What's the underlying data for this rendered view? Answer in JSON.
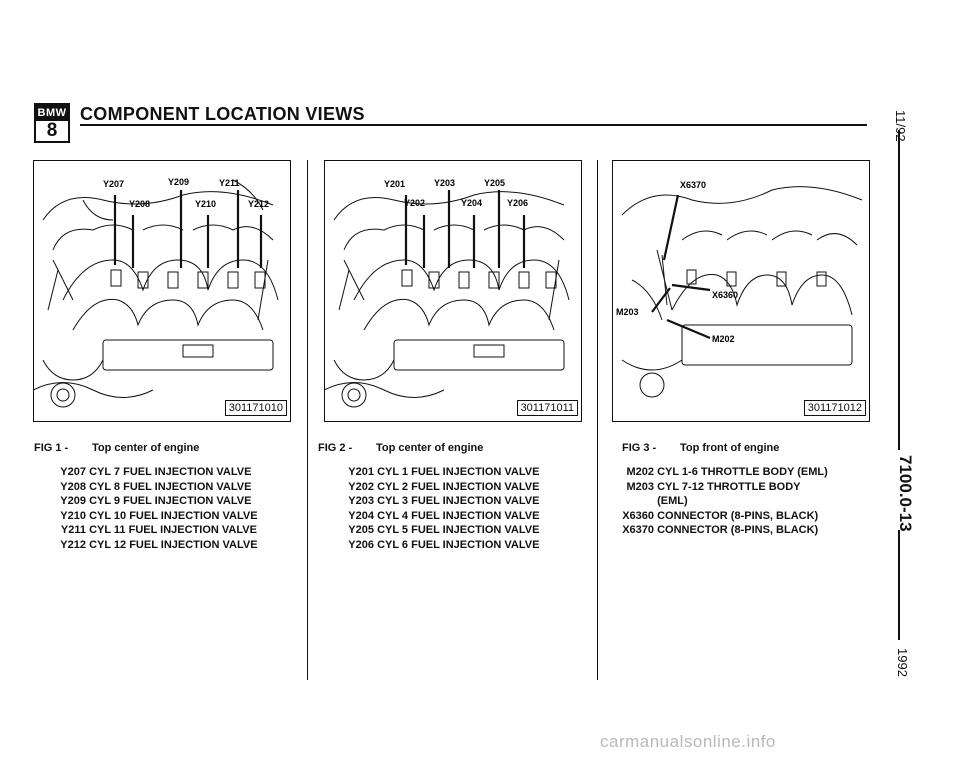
{
  "header": {
    "logo_top": "BMW",
    "logo_number": "8",
    "title": "COMPONENT LOCATION VIEWS"
  },
  "sidebar": {
    "date": "11/92",
    "code": "7100.0-13",
    "year": "1992"
  },
  "figures": [
    {
      "number": "FIG 1 -",
      "caption": "Top center of engine",
      "image_code": "301171010",
      "callouts": [
        "Y207",
        "Y209",
        "Y211",
        "Y208",
        "Y210",
        "Y212"
      ],
      "items": [
        {
          "code": "Y207",
          "desc": "CYL  7 FUEL INJECTION VALVE"
        },
        {
          "code": "Y208",
          "desc": "CYL  8 FUEL INJECTION VALVE"
        },
        {
          "code": "Y209",
          "desc": "CYL  9 FUEL INJECTION VALVE"
        },
        {
          "code": "Y210",
          "desc": "CYL  10 FUEL INJECTION VALVE"
        },
        {
          "code": "Y211",
          "desc": "CYL  11 FUEL INJECTION VALVE"
        },
        {
          "code": "Y212",
          "desc": "CYL  12 FUEL INJECTION VALVE"
        }
      ]
    },
    {
      "number": "FIG 2 -",
      "caption": "Top center of engine",
      "image_code": "301171011",
      "callouts": [
        "Y201",
        "Y203",
        "Y205",
        "Y202",
        "Y204",
        "Y206"
      ],
      "items": [
        {
          "code": "Y201",
          "desc": "CYL  1 FUEL INJECTION VALVE"
        },
        {
          "code": "Y202",
          "desc": "CYL  2 FUEL INJECTION VALVE"
        },
        {
          "code": "Y203",
          "desc": "CYL  3 FUEL INJECTION VALVE"
        },
        {
          "code": "Y204",
          "desc": "CYL  4 FUEL INJECTION VALVE"
        },
        {
          "code": "Y205",
          "desc": "CYL  5 FUEL INJECTION VALVE"
        },
        {
          "code": "Y206",
          "desc": "CYL  6 FUEL INJECTION VALVE"
        }
      ]
    },
    {
      "number": "FIG 3 -",
      "caption": "Top front of engine",
      "image_code": "301171012",
      "callouts": [
        "X6370",
        "X6360",
        "M203",
        "M202"
      ],
      "items": [
        {
          "code": "M202",
          "desc": "CYL  1-6 THROTTLE BODY (EML)"
        },
        {
          "code": "M203",
          "desc": "CYL  7-12 THROTTLE BODY"
        },
        {
          "code": "",
          "desc": "(EML)"
        },
        {
          "code": "X6360",
          "desc": "CONNECTOR (8-PINS, BLACK)"
        },
        {
          "code": "X6370",
          "desc": "CONNECTOR (8-PINS, BLACK)"
        }
      ]
    }
  ],
  "watermark": "carmanualsonline.info"
}
